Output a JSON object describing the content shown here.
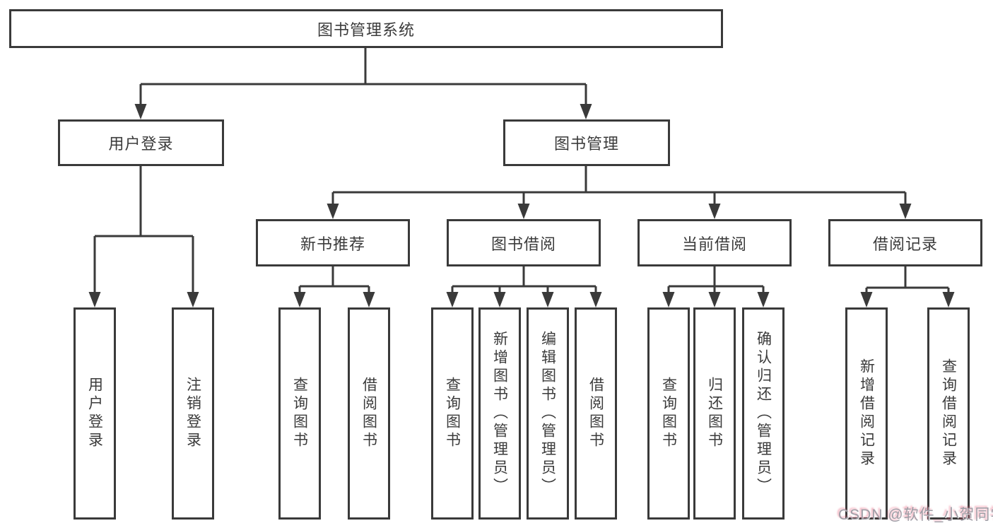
{
  "diagram": {
    "root": {
      "label": "图书管理系统",
      "children": [
        "用户登录",
        "图书管理"
      ]
    },
    "level2": {
      "user_login": {
        "label": "用户登录",
        "children": [
          "用户登录",
          "注销登录"
        ]
      },
      "book_mgmt": {
        "label": "图书管理",
        "children": [
          "新书推荐",
          "图书借阅",
          "当前借阅",
          "借阅记录"
        ]
      }
    },
    "level3": {
      "new_book_recommend": {
        "label": "新书推荐",
        "children": [
          "查询图书",
          "借阅图书"
        ]
      },
      "book_borrow": {
        "label": "图书借阅",
        "children": [
          "查询图书",
          "新增图书（管理员）",
          "编辑图书（管理员）",
          "借阅图书"
        ]
      },
      "current_borrow": {
        "label": "当前借阅",
        "children": [
          "查询图书",
          "归还图书",
          "确认归还（管理员）"
        ]
      },
      "borrow_record": {
        "label": "借阅记录",
        "children": [
          "新增借阅记录",
          "查询借阅记录"
        ]
      }
    },
    "leaves": [
      {
        "label": "用户登录",
        "parent": "用户登录"
      },
      {
        "label": "注销登录",
        "parent": "用户登录"
      },
      {
        "label": "查询图书",
        "parent": "新书推荐"
      },
      {
        "label": "借阅图书",
        "parent": "新书推荐"
      },
      {
        "label": "查询图书",
        "parent": "图书借阅"
      },
      {
        "label": "新增图书（管理员）",
        "parent": "图书借阅"
      },
      {
        "label": "编辑图书（管理员）",
        "parent": "图书借阅"
      },
      {
        "label": "借阅图书",
        "parent": "图书借阅"
      },
      {
        "label": "查询图书",
        "parent": "当前借阅"
      },
      {
        "label": "归还图书",
        "parent": "当前借阅"
      },
      {
        "label": "确认归还（管理员）",
        "parent": "当前借阅"
      },
      {
        "label": "新增借阅记录",
        "parent": "借阅记录"
      },
      {
        "label": "查询借阅记录",
        "parent": "借阅记录"
      }
    ]
  },
  "watermark": {
    "text": "CSDN @软件_小贺同学"
  },
  "colors": {
    "line": "#3a3a3a",
    "text": "#3b3b3b",
    "box_fill": "#ffffff",
    "background": "#ffffff",
    "watermark_gray": "#9d9da5",
    "watermark_pink": "#e7556f"
  }
}
